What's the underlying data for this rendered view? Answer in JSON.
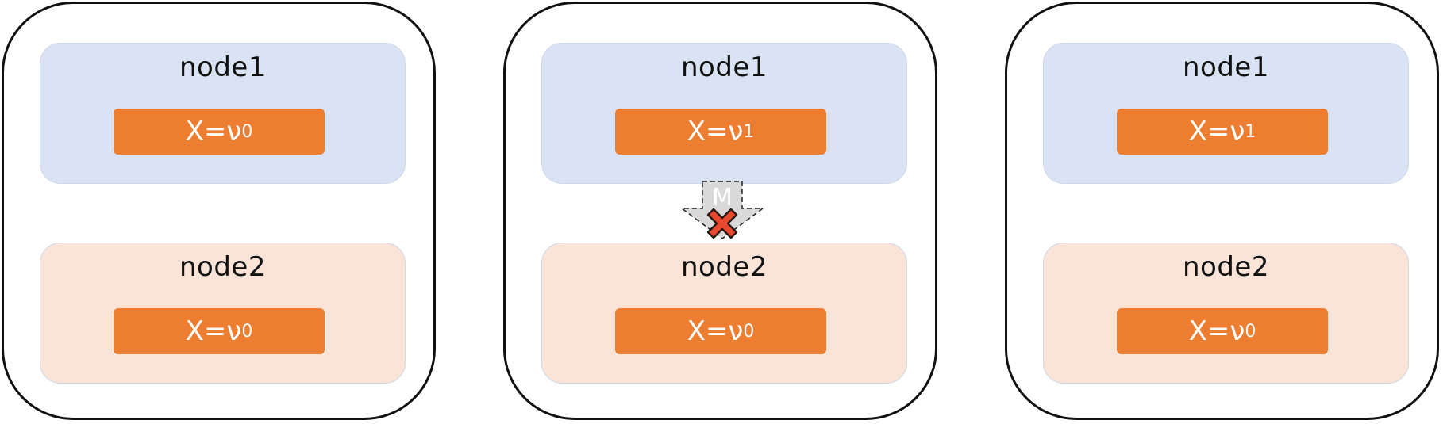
{
  "panels": [
    {
      "node1": {
        "title": "node1",
        "var": "X=ν",
        "sub": "0"
      },
      "node2": {
        "title": "node2",
        "var": "X=ν",
        "sub": "0"
      }
    },
    {
      "node1": {
        "title": "node1",
        "var": "X=ν",
        "sub": "1"
      },
      "node2": {
        "title": "node2",
        "var": "X=ν",
        "sub": "0"
      }
    },
    {
      "node1": {
        "title": "node1",
        "var": "X=ν",
        "sub": "1"
      },
      "node2": {
        "title": "node2",
        "var": "X=ν",
        "sub": "0"
      }
    }
  ],
  "message": {
    "label": "M",
    "status": "dropped"
  },
  "colors": {
    "node1_bg": "#dae3f3",
    "node2_bg": "#f9e4d7",
    "variable_box": "#ed7d31",
    "drop_marker": "#e8482e",
    "message_arrow": "#d9d9d9"
  }
}
